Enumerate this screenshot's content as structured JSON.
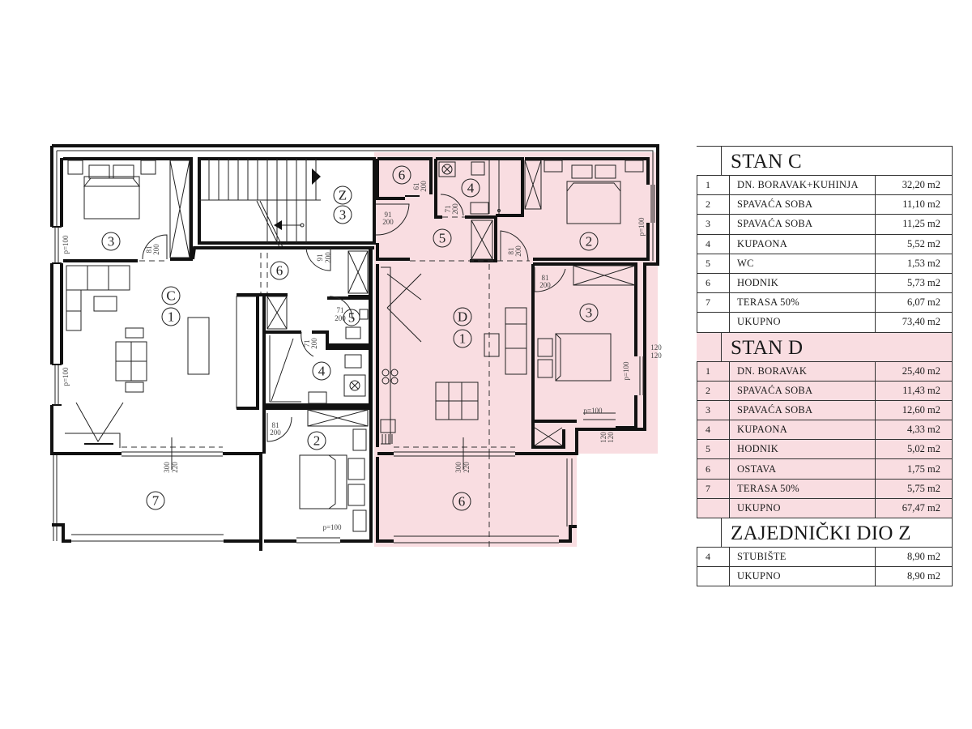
{
  "floor_plan": {
    "apartment_c": {
      "marker": "C",
      "rooms": [
        {
          "id": "1",
          "label": "1"
        },
        {
          "id": "2",
          "label": "2"
        },
        {
          "id": "3",
          "label": "3"
        },
        {
          "id": "4",
          "label": "4"
        },
        {
          "id": "5",
          "label": "5"
        },
        {
          "id": "6",
          "label": "6"
        },
        {
          "id": "7",
          "label": "7"
        }
      ]
    },
    "apartment_d": {
      "marker": "D",
      "rooms": [
        {
          "id": "1",
          "label": "1"
        },
        {
          "id": "2",
          "label": "2"
        },
        {
          "id": "3",
          "label": "3"
        },
        {
          "id": "4",
          "label": "4"
        },
        {
          "id": "5",
          "label": "5"
        },
        {
          "id": "6",
          "label": "6"
        }
      ]
    },
    "common": {
      "marker": "Z",
      "room": "3"
    },
    "dimensions": {
      "door_81": "81",
      "door_91": "91",
      "door_71": "71",
      "door_61": "61",
      "h200": "200",
      "p100": "p=100",
      "w300": "300",
      "w220": "220",
      "w120": "120"
    },
    "highlight_color": "#f9dde1"
  },
  "area_table": {
    "sections": [
      {
        "title": "STAN C",
        "highlight": false,
        "rows": [
          {
            "n": "1",
            "name": "DN. BORAVAK+KUHINJA",
            "area": "32,20 m2"
          },
          {
            "n": "2",
            "name": "SPAVAĆA SOBA",
            "area": "11,10 m2"
          },
          {
            "n": "3",
            "name": "SPAVAĆA SOBA",
            "area": "11,25 m2"
          },
          {
            "n": "4",
            "name": "KUPAONA",
            "area": "5,52 m2"
          },
          {
            "n": "5",
            "name": "WC",
            "area": "1,53 m2"
          },
          {
            "n": "6",
            "name": "HODNIK",
            "area": "5,73 m2"
          },
          {
            "n": "7",
            "name": "TERASA 50%",
            "area": "6,07 m2"
          },
          {
            "n": "",
            "name": "UKUPNO",
            "area": "73,40 m2"
          }
        ]
      },
      {
        "title": "STAN D",
        "highlight": true,
        "rows": [
          {
            "n": "1",
            "name": "DN. BORAVAK",
            "area": "25,40 m2"
          },
          {
            "n": "2",
            "name": "SPAVAĆA SOBA",
            "area": "11,43 m2"
          },
          {
            "n": "3",
            "name": "SPAVAĆA SOBA",
            "area": "12,60 m2"
          },
          {
            "n": "4",
            "name": "KUPAONA",
            "area": "4,33 m2"
          },
          {
            "n": "5",
            "name": "HODNIK",
            "area": "5,02 m2"
          },
          {
            "n": "6",
            "name": "OSTAVA",
            "area": "1,75 m2"
          },
          {
            "n": "7",
            "name": "TERASA 50%",
            "area": "5,75 m2"
          },
          {
            "n": "",
            "name": "UKUPNO",
            "area": "67,47 m2"
          }
        ]
      },
      {
        "title": "ZAJEDNIČKI DIO Z",
        "highlight": false,
        "rows": [
          {
            "n": "4",
            "name": "STUBIŠTE",
            "area": "8,90 m2"
          },
          {
            "n": "",
            "name": "UKUPNO",
            "area": "8,90 m2"
          }
        ]
      }
    ]
  }
}
